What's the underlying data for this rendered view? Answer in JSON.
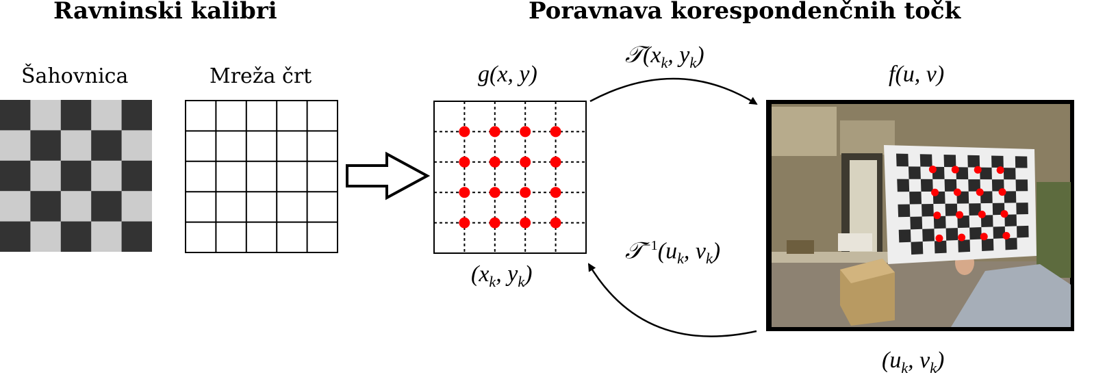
{
  "titles": {
    "left": "Ravninski kalibri",
    "right": "Poravnava korespondenčnih točk"
  },
  "labels": {
    "chessboard": "Šahovnica",
    "grid": "Mreža črt",
    "g_func": "g(x, y)",
    "f_func": "f(u, v)",
    "point_xy": "(xk, yk)",
    "point_uv": "(uk, vk)",
    "transform_forward": "𝒯(xk, yk)",
    "transform_inverse": "𝒯⁻¹(uk, vk)"
  },
  "colors": {
    "dark_square": "#333333",
    "light_square": "#cccccc",
    "marker": "#ff0000"
  },
  "chessboard": {
    "rows": 5,
    "cols": 5
  },
  "line_grid": {
    "rows": 5,
    "cols": 5
  },
  "point_grid": {
    "rows": 4,
    "cols": 4
  },
  "photo": {
    "board_rows": 8,
    "board_cols": 11,
    "marker_rows": 4,
    "marker_cols": 4
  }
}
